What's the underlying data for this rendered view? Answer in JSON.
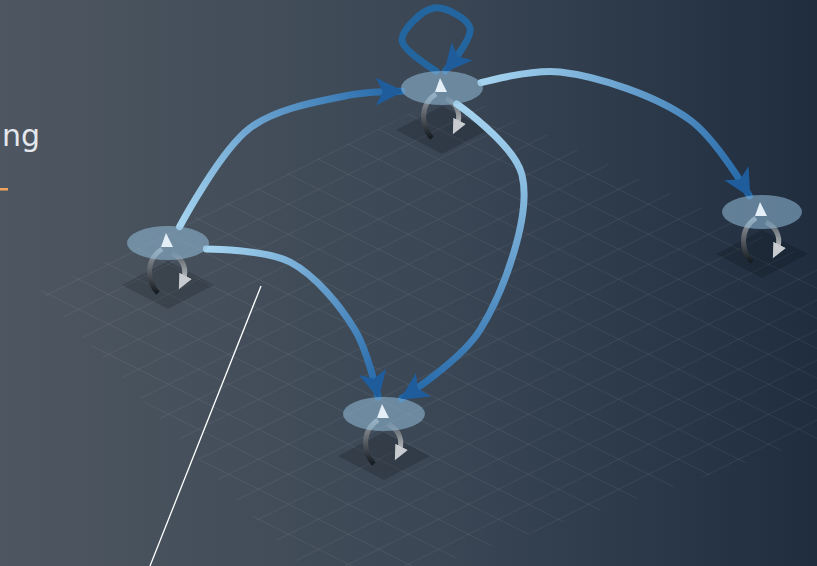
{
  "diagram": {
    "nodes": [
      {
        "text": []
      },
      {
        "text": []
      },
      {
        "text": []
      },
      {
        "text": []
      }
    ],
    "edges": [
      {
        "from": 0,
        "to": 0,
        "arrow": "to"
      },
      {
        "from": 2,
        "to": 0,
        "arrow": "to"
      },
      {
        "from": 0,
        "to": 1,
        "arrow": "to"
      },
      {
        "from": 0,
        "to": 3,
        "arrow": "to"
      },
      {
        "from": 2,
        "to": 3,
        "arrow": "to"
      }
    ],
    "labels": [
      "ng"
    ]
  }
}
